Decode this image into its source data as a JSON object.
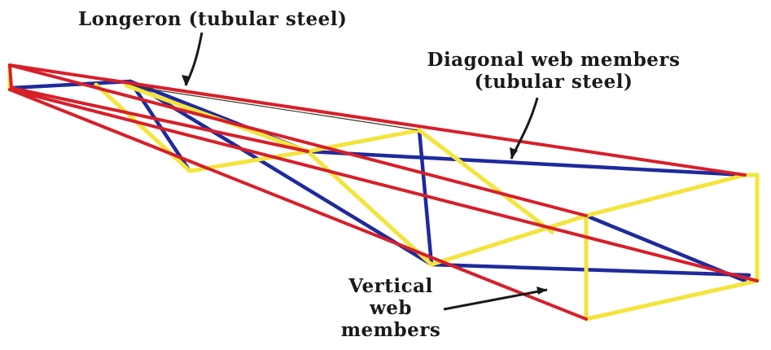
{
  "labels": {
    "longeron": "Longeron (tubular steel)",
    "diagonal_line1": "Diagonal web members",
    "diagonal_line2": "(tubular steel)",
    "vertical_line1": "Vertical",
    "vertical_line2": "web",
    "vertical_line3": "members"
  },
  "colors": {
    "longeron": "#d6202a",
    "diagonal_web": "#1e2a9c",
    "vertical_web": "#f4e43c",
    "text": "#1a1a1a"
  }
}
